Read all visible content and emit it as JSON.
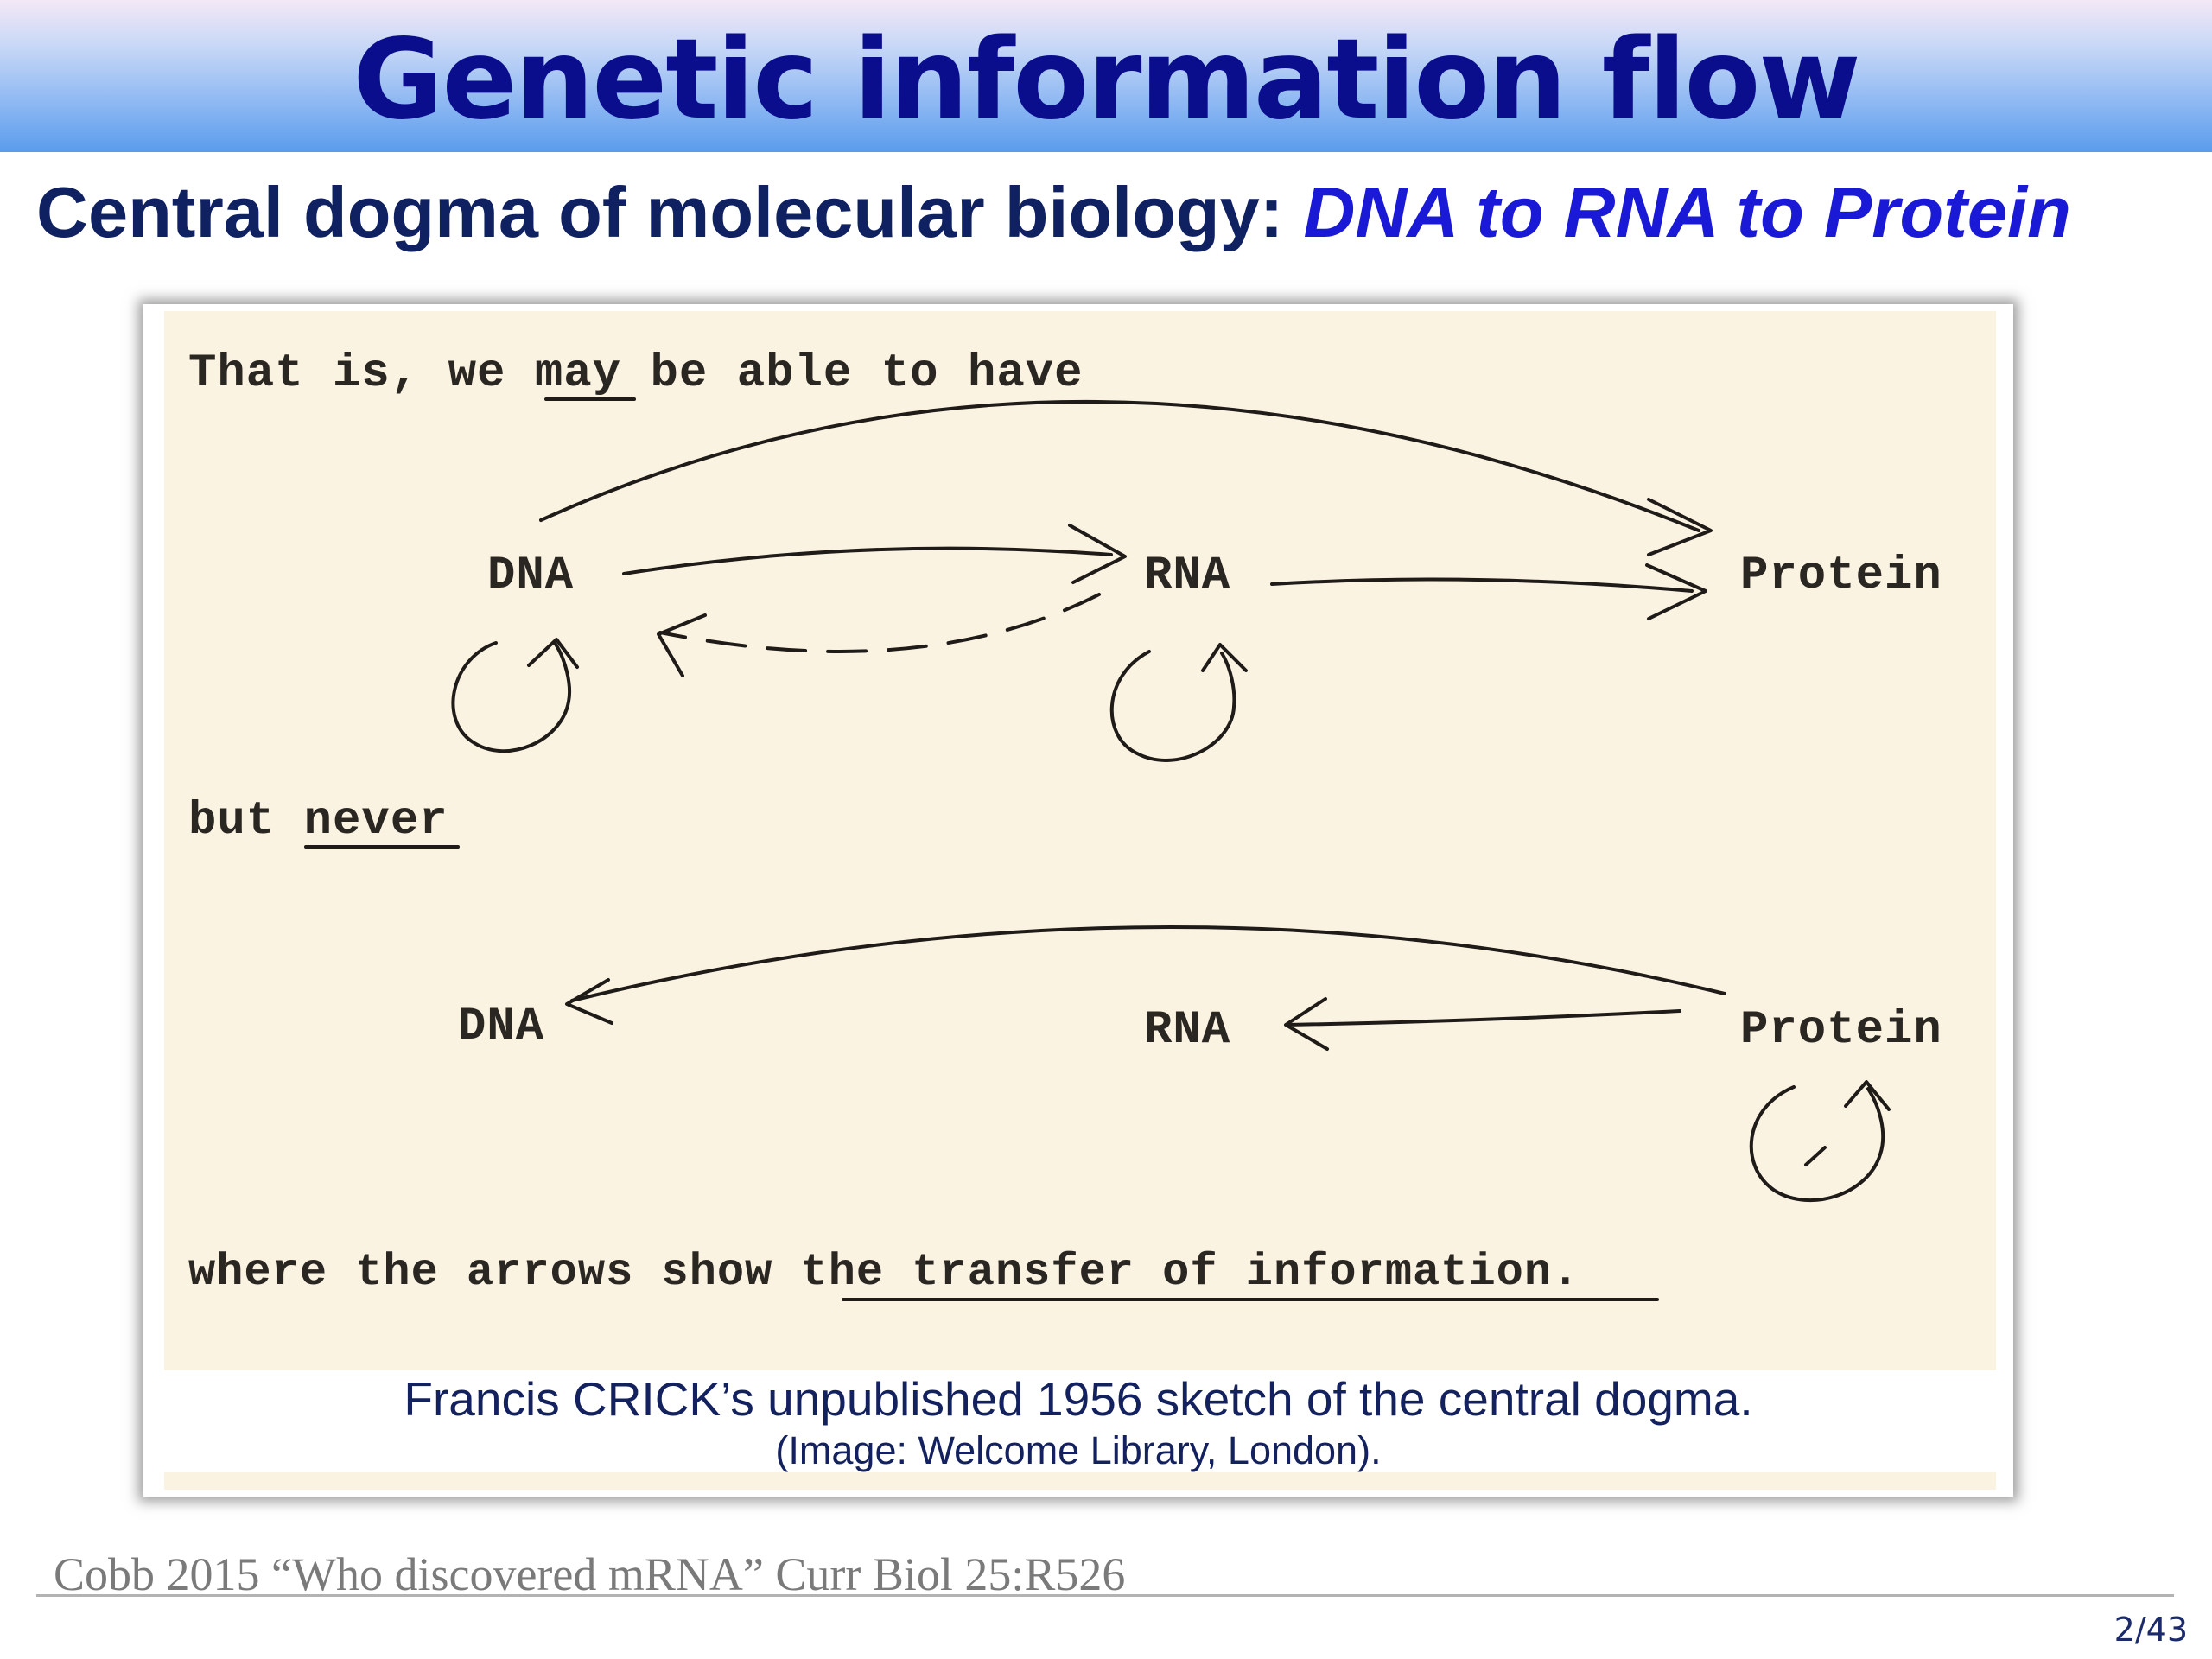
{
  "title": "Genetic information flow",
  "subtitle": {
    "lead": "Central dogma of molecular biology: ",
    "highlight": "DNA to RNA to Protein"
  },
  "sketch": {
    "line1": {
      "pre": "That is, we ",
      "underlined": "may",
      "post": " be able to have"
    },
    "top_row": {
      "dna": "DNA",
      "rna": "RNA",
      "protein": "Protein"
    },
    "line2": {
      "pre": "but ",
      "underlined": "never"
    },
    "bottom_row": {
      "dna": "DNA",
      "rna": "RNA",
      "protein": "Protein"
    },
    "line3": {
      "pre": "where the arrows show ",
      "underlined": "the transfer of information",
      "post": "."
    }
  },
  "caption": {
    "line1": "Francis CRICK’s unpublished 1956 sketch of the central dogma.",
    "line2": "(Image: Welcome Library, London)."
  },
  "citation": "Cobb 2015 “Who discovered mRNA” Curr Biol 25:R526",
  "page_number": "2/43"
}
